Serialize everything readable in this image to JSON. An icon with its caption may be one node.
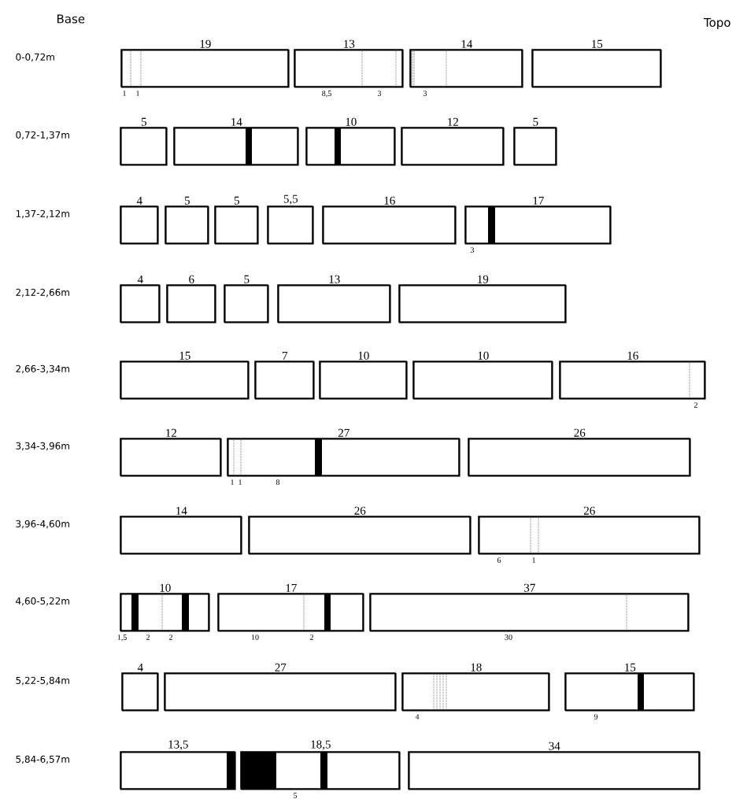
{
  "diagram": {
    "nodes": [
      {
        "text": [
          "19"
        ],
        "beside": [
          "1",
          "1"
        ]
      },
      {
        "text": [
          "13"
        ],
        "beside": [
          "8,5",
          "3"
        ]
      },
      {
        "text": [
          "14"
        ],
        "beside": [
          "3"
        ]
      },
      {
        "text": [
          "15"
        ]
      },
      {
        "text": [
          "5"
        ]
      },
      {
        "text": [
          "14"
        ]
      },
      {
        "text": [
          "10"
        ]
      },
      {
        "text": [
          "12"
        ]
      },
      {
        "text": [
          "5"
        ]
      },
      {
        "text": [
          "4"
        ]
      },
      {
        "text": [
          "5"
        ]
      },
      {
        "text": [
          "5"
        ]
      },
      {
        "text": [
          "5,5"
        ]
      },
      {
        "text": [
          "16"
        ]
      },
      {
        "text": [
          "17"
        ],
        "beside": [
          "3"
        ]
      },
      {
        "text": [
          "4"
        ]
      },
      {
        "text": [
          "6"
        ]
      },
      {
        "text": [
          "5"
        ]
      },
      {
        "text": [
          "13"
        ]
      },
      {
        "text": [
          "19"
        ]
      },
      {
        "text": [
          "15"
        ]
      },
      {
        "text": [
          "7"
        ]
      },
      {
        "text": [
          "10"
        ]
      },
      {
        "text": [
          "10"
        ]
      },
      {
        "text": [
          "16"
        ],
        "beside": [
          "2"
        ]
      },
      {
        "text": [
          "12"
        ]
      },
      {
        "text": [
          "27"
        ],
        "beside": [
          "1",
          "1",
          "8"
        ]
      },
      {
        "text": [
          "26"
        ]
      },
      {
        "text": [
          "14"
        ]
      },
      {
        "text": [
          "26"
        ]
      },
      {
        "text": [
          "26"
        ],
        "beside": [
          "6",
          "1"
        ]
      },
      {
        "text": [
          "10"
        ],
        "beside": [
          "1,5",
          "2",
          "2"
        ]
      },
      {
        "text": [
          "17"
        ],
        "beside": [
          "10",
          "2"
        ]
      },
      {
        "text": [
          "37"
        ],
        "beside": [
          "30"
        ]
      },
      {
        "text": [
          "4"
        ]
      },
      {
        "text": [
          "27"
        ]
      },
      {
        "text": [
          "18"
        ],
        "beside": [
          "4"
        ]
      },
      {
        "text": [
          "15"
        ],
        "beside": [
          "9"
        ]
      },
      {
        "text": [
          "13,5"
        ]
      },
      {
        "text": [
          "18,5"
        ],
        "beside": [
          "5"
        ]
      },
      {
        "text": [
          "34"
        ]
      }
    ],
    "labels": [
      "Base",
      "Topo",
      "0-0,72m",
      "0,72-1,37m",
      "1,37-2,12m",
      "2,12-2,66m",
      "2,66-3,34m",
      "3,34-3,96m",
      "3,96-4,60m",
      "4,60-5,22m",
      "5,22-5,84m",
      "5,84-6,57m"
    ]
  }
}
